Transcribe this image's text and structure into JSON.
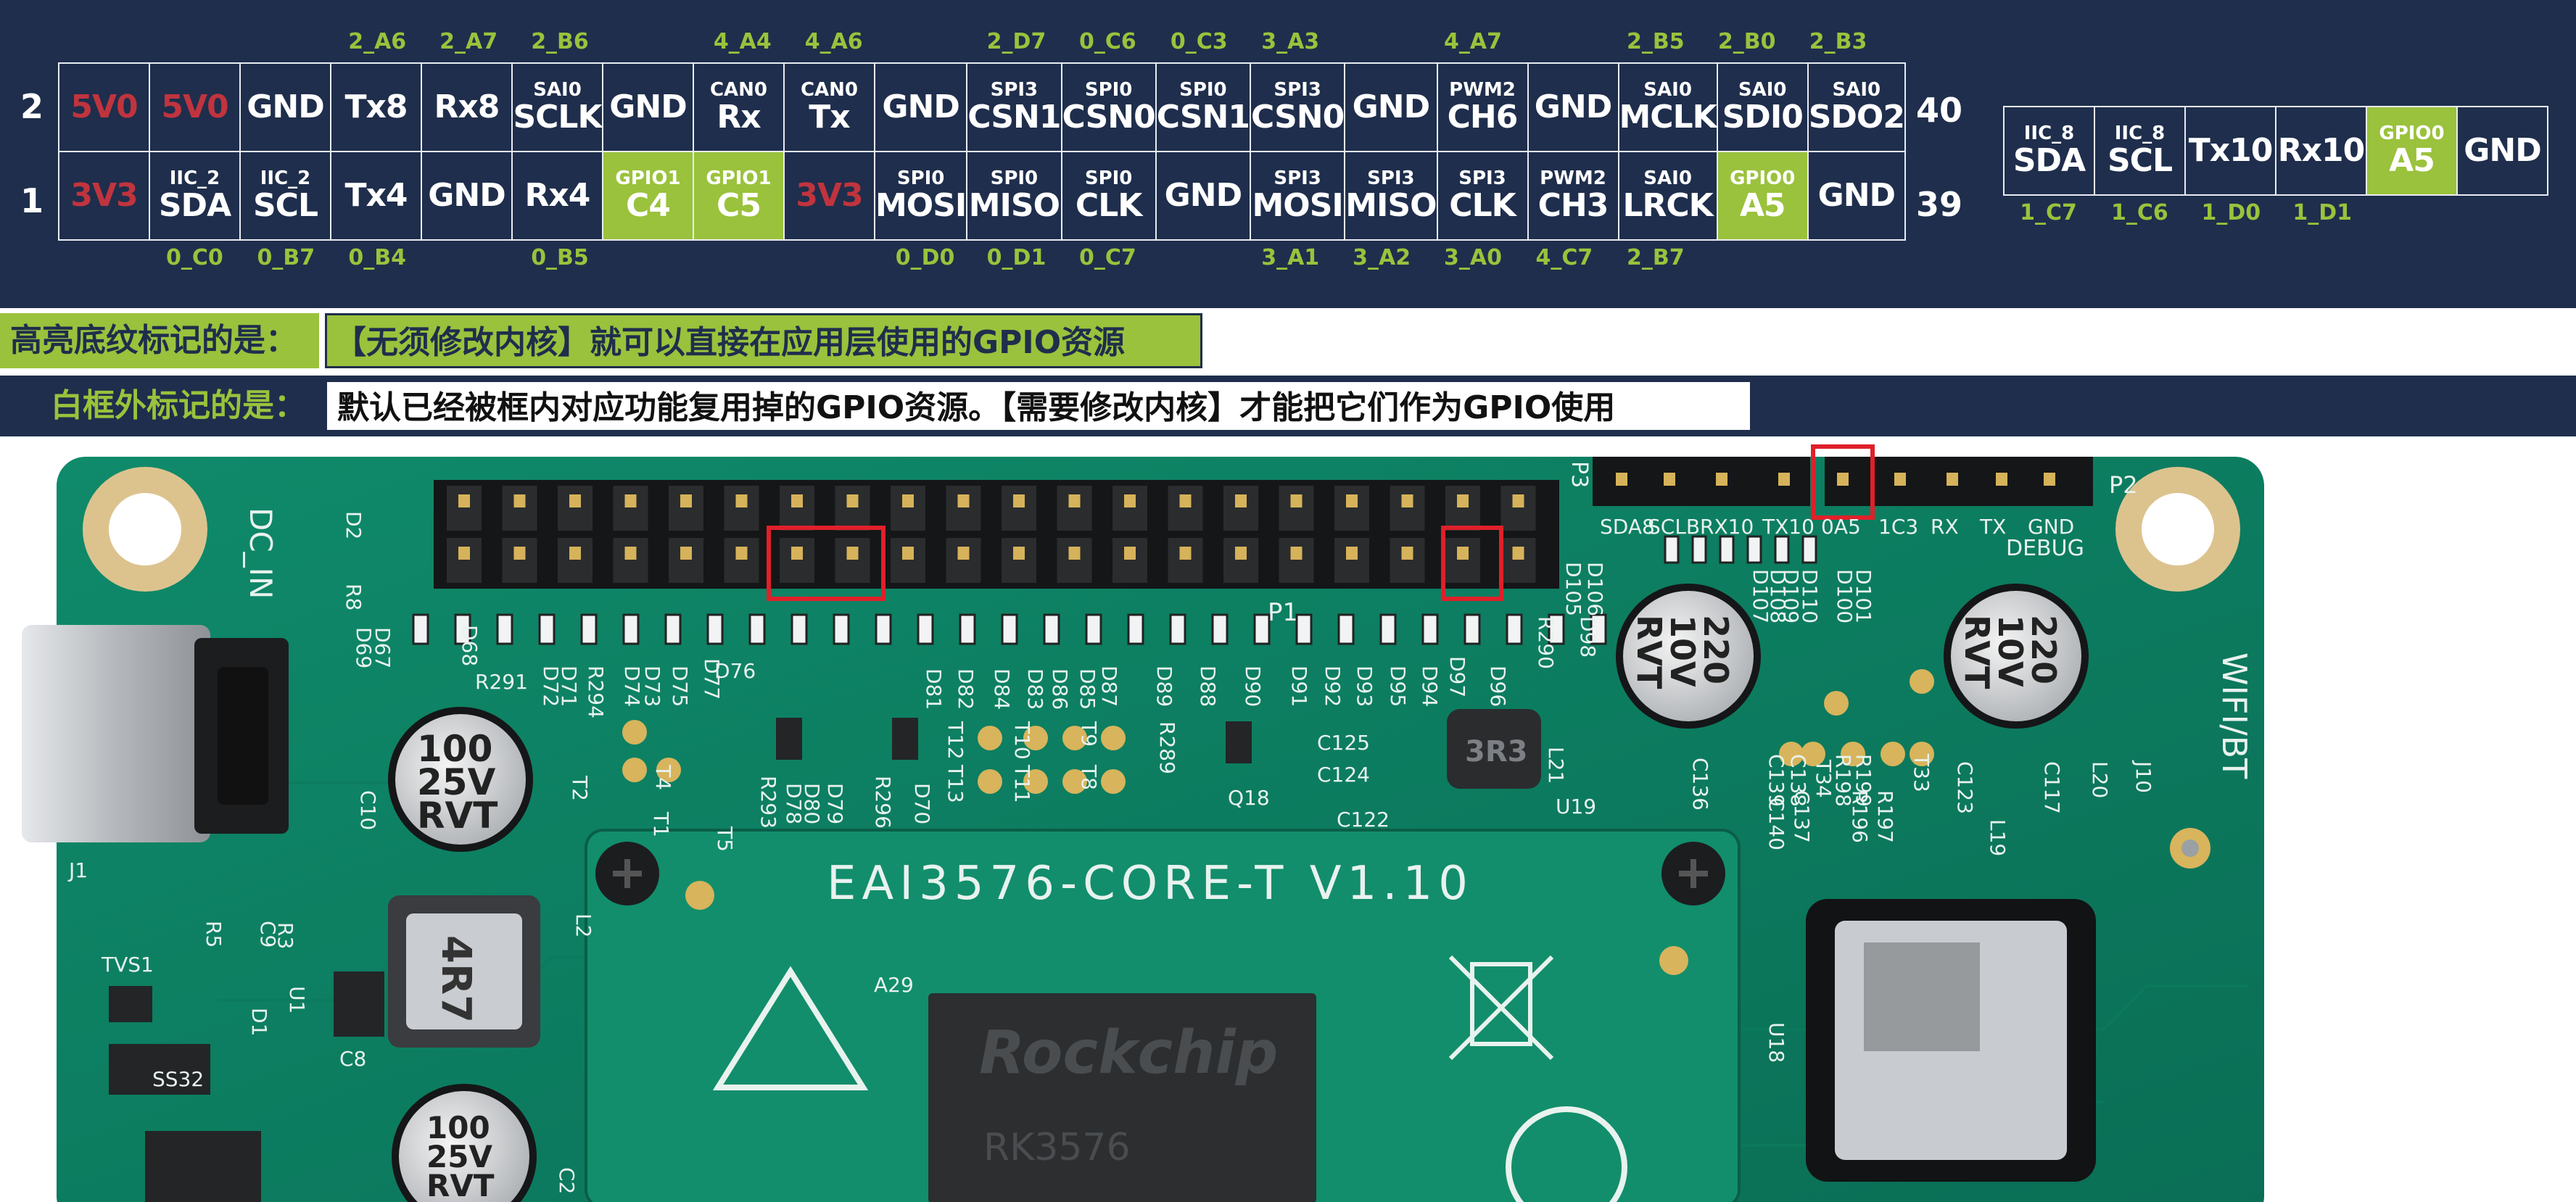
{
  "header": {
    "row_numbers": {
      "row2": "2",
      "row1": "1",
      "end_top": "40",
      "end_bottom": "39"
    },
    "top_alt": [
      "2_A6",
      "2_A7",
      "2_B6",
      "4_A4",
      "4_A6",
      "2_D7",
      "0_C6",
      "0_C3",
      "3_A3",
      "4_A7",
      "2_B5",
      "2_B0",
      "2_B3"
    ],
    "bottom_alt": [
      "0_C0",
      "0_B7",
      "0_B4",
      "0_B5",
      "0_D0",
      "0_D1",
      "0_C7",
      "3_A1",
      "3_A2",
      "3_A0",
      "4_C7",
      "2_B7"
    ],
    "row2": [
      {
        "sub": "",
        "main": "5V0",
        "style": "pwr"
      },
      {
        "sub": "",
        "main": "5V0",
        "style": "pwr"
      },
      {
        "sub": "",
        "main": "GND",
        "style": ""
      },
      {
        "sub": "",
        "main": "Tx8",
        "style": ""
      },
      {
        "sub": "",
        "main": "Rx8",
        "style": ""
      },
      {
        "sub": "SAI0",
        "main": "SCLK",
        "style": ""
      },
      {
        "sub": "",
        "main": "GND",
        "style": ""
      },
      {
        "sub": "CAN0",
        "main": "Rx",
        "style": ""
      },
      {
        "sub": "CAN0",
        "main": "Tx",
        "style": ""
      },
      {
        "sub": "",
        "main": "GND",
        "style": ""
      },
      {
        "sub": "SPI3",
        "main": "CSN1",
        "style": ""
      },
      {
        "sub": "SPI0",
        "main": "CSN0",
        "style": ""
      },
      {
        "sub": "SPI0",
        "main": "CSN1",
        "style": ""
      },
      {
        "sub": "SPI3",
        "main": "CSN0",
        "style": ""
      },
      {
        "sub": "",
        "main": "GND",
        "style": ""
      },
      {
        "sub": "PWM2",
        "main": "CH6",
        "style": ""
      },
      {
        "sub": "",
        "main": "GND",
        "style": ""
      },
      {
        "sub": "SAI0",
        "main": "MCLK",
        "style": ""
      },
      {
        "sub": "SAI0",
        "main": "SDI0",
        "style": ""
      },
      {
        "sub": "SAI0",
        "main": "SDO2",
        "style": ""
      }
    ],
    "row1": [
      {
        "sub": "",
        "main": "3V3",
        "style": "pwr"
      },
      {
        "sub": "IIC_2",
        "main": "SDA",
        "style": ""
      },
      {
        "sub": "IIC_2",
        "main": "SCL",
        "style": ""
      },
      {
        "sub": "",
        "main": "Tx4",
        "style": ""
      },
      {
        "sub": "",
        "main": "GND",
        "style": ""
      },
      {
        "sub": "",
        "main": "Rx4",
        "style": ""
      },
      {
        "sub": "GPIO1",
        "main": "C4",
        "style": "hl"
      },
      {
        "sub": "GPIO1",
        "main": "C5",
        "style": "hl"
      },
      {
        "sub": "",
        "main": "3V3",
        "style": "pwr"
      },
      {
        "sub": "SPI0",
        "main": "MOSI",
        "style": ""
      },
      {
        "sub": "SPI0",
        "main": "MISO",
        "style": ""
      },
      {
        "sub": "SPI0",
        "main": "CLK",
        "style": ""
      },
      {
        "sub": "",
        "main": "GND",
        "style": ""
      },
      {
        "sub": "SPI3",
        "main": "MOSI",
        "style": ""
      },
      {
        "sub": "SPI3",
        "main": "MISO",
        "style": ""
      },
      {
        "sub": "SPI3",
        "main": "CLK",
        "style": ""
      },
      {
        "sub": "PWM2",
        "main": "CH3",
        "style": ""
      },
      {
        "sub": "SAI0",
        "main": "LRCK",
        "style": ""
      },
      {
        "sub": "GPIO0",
        "main": "A5",
        "style": "hl"
      },
      {
        "sub": "",
        "main": "GND",
        "style": ""
      }
    ],
    "debug": [
      {
        "sub": "IIC_8",
        "main": "SDA",
        "style": ""
      },
      {
        "sub": "IIC_8",
        "main": "SCL",
        "style": ""
      },
      {
        "sub": "",
        "main": "Tx10",
        "style": ""
      },
      {
        "sub": "",
        "main": "Rx10",
        "style": ""
      },
      {
        "sub": "GPIO0",
        "main": "A5",
        "style": "hl"
      },
      {
        "sub": "",
        "main": "GND",
        "style": ""
      }
    ],
    "debug_alt": [
      "1_C7",
      "1_C6",
      "1_D0",
      "1_D1"
    ]
  },
  "legend": {
    "highlight_label": "高亮底纹标记的是：",
    "highlight_text": "【无须修改内核】就可以直接在应用层使用的GPIO资源",
    "outside_label": "白框外标记的是：",
    "outside_text": "默认已经被框内对应功能复用掉的GPIO资源。【需要修改内核】才能把它们作为GPIO使用"
  },
  "board": {
    "core_title": "EAI3576-CORE-T V1.10",
    "chip_brand": "Rockchip",
    "chip_model": "RK3576",
    "dc_in": "DC_IN",
    "wifi": "WIFI/BT",
    "debug_header_label": "DEBUG",
    "debug_pins": [
      "SDA8",
      "SCLB",
      "RX10",
      "TX10",
      "0A5",
      "1C3",
      "RX",
      "TX",
      "GND"
    ],
    "cap_small": [
      "220",
      "10V",
      "RVT"
    ],
    "cap_large": [
      "100",
      "25V",
      "RVT"
    ],
    "inductor_large": "4R7",
    "inductor_small": "3R3",
    "silk_labels": {
      "p1": "P1",
      "p2": "P2",
      "p3": "P3",
      "d2": "D2",
      "r8": "R8",
      "d67": "D67",
      "d69": "D69",
      "d68": "D68",
      "r291": "R291",
      "d72": "D72",
      "d71": "D71",
      "r294": "R294",
      "d74": "D74",
      "d73": "D73",
      "d75": "D75",
      "d77": "D77",
      "d76": "D76",
      "t2": "T2",
      "t4": "T4",
      "t1": "T1",
      "t5": "T5",
      "r293": "R293",
      "d78": "D78",
      "d80": "D80",
      "d79": "D79",
      "r296": "R296",
      "d70": "D70",
      "d81": "D81",
      "d82": "D82",
      "d84": "D84",
      "d83": "D83",
      "d86": "D86",
      "d85": "D85",
      "d87": "D87",
      "t12": "T12",
      "t13": "T13",
      "t10": "T10",
      "t11": "T11",
      "t9": "T9",
      "t8": "T8",
      "d89": "D89",
      "d88": "D88",
      "r289": "R289",
      "d90": "D90",
      "d91": "D91",
      "d92": "D92",
      "d93": "D93",
      "d95": "D95",
      "d94": "D94",
      "d97": "D97",
      "d96": "D96",
      "q18": "Q18",
      "c125": "C125",
      "c124": "C124",
      "c122": "C122",
      "l21": "L21",
      "u19": "U19",
      "r290": "R290",
      "d98": "D98",
      "d106": "D106",
      "d105": "D105",
      "d108": "D108",
      "d107": "D107",
      "d110": "D110",
      "d109": "D109",
      "d100": "D100",
      "d101": "D101",
      "c136": "C136",
      "c139": "C139",
      "c137": "C137",
      "c140": "C140",
      "c138": "C138",
      "t34": "T34",
      "r198": "R198",
      "r196": "R196",
      "r199": "R199",
      "r197": "R197",
      "t33": "T33",
      "c123": "C123",
      "l19": "L19",
      "c117": "C117",
      "l20": "L20",
      "j10": "J10",
      "c10": "C10",
      "j1": "J1",
      "c9": "C9",
      "r3": "R3",
      "r5": "R5",
      "l2": "L2",
      "tvs1": "TVS1",
      "d1": "D1",
      "c8": "C8",
      "c2": "C2",
      "a29": "A29",
      "u18": "U18",
      "u1": "U1",
      "ss32": "SS32"
    }
  },
  "colors": {
    "header_bg": "#1f2e4c",
    "highlight": "#9ac23c",
    "power_text": "#c0343e",
    "pcb_green": "#118a68",
    "marker_red": "#e0202a"
  }
}
